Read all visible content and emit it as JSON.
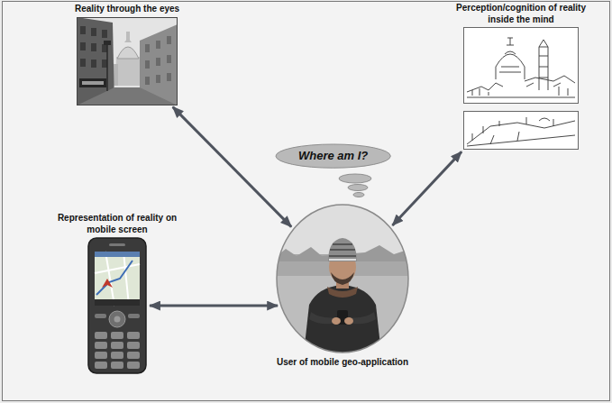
{
  "diagram": {
    "nodes": [
      {
        "text": [
          "Reality through the eyes"
        ]
      },
      {
        "text": [
          "Perception/cognition of reality inside the mind"
        ]
      },
      {
        "text": [
          "Where am I?"
        ]
      },
      {
        "text": [
          "Representation of reality on mobile screen"
        ]
      },
      {
        "text": [
          "User of mobile geo-application"
        ]
      }
    ],
    "edges": [
      {
        "from": 0,
        "to": 4,
        "arrow": "both"
      },
      {
        "from": 1,
        "to": 4,
        "arrow": "both"
      },
      {
        "from": 3,
        "to": 4,
        "arrow": "both"
      }
    ]
  }
}
